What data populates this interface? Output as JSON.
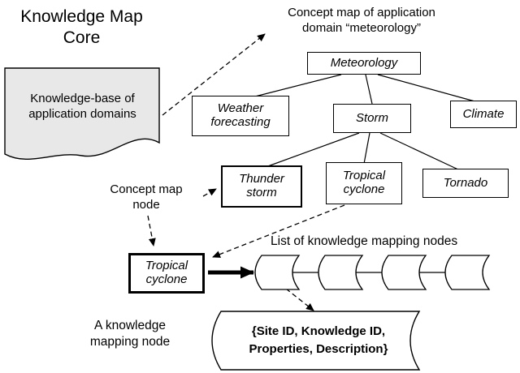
{
  "header": {
    "title": "Knowledge Map Core"
  },
  "knowledge_base": {
    "label": "Knowledge-base of application domains"
  },
  "captions": {
    "concept_map": "Concept map of application domain “meteorology”",
    "concept_map_node": "Concept map node",
    "list_of_nodes": "List of knowledge mapping nodes",
    "a_knowledge_mapping_node": "A knowledge mapping node"
  },
  "tree": {
    "root": "Meteorology",
    "level1": [
      "Weather forecasting",
      "Storm",
      "Climate"
    ],
    "level2": [
      "Thunder storm",
      "Tropical cyclone",
      "Tornado"
    ]
  },
  "selected_node": {
    "label": "Tropical cyclone"
  },
  "mapping_node": {
    "content": "{Site ID, Knowledge ID, Properties, Description}"
  },
  "list_nodes_count": 4,
  "colors": {
    "document_fill": "#e8e8e8",
    "ink": "#000000",
    "background": "#ffffff"
  }
}
